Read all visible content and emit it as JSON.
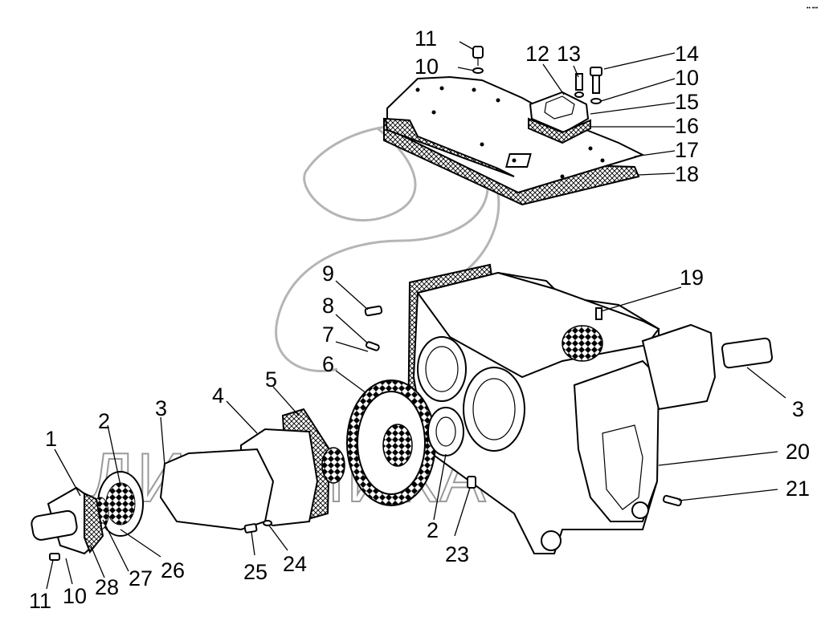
{
  "watermark": {
    "text": "ДИНАМИКА76",
    "color": "#9a9a9a"
  },
  "corner_mark": "•• •••",
  "callouts": [
    {
      "id": "c11a",
      "label": "11"
    },
    {
      "id": "c10a",
      "label": "10"
    },
    {
      "id": "c12",
      "label": "12"
    },
    {
      "id": "c13",
      "label": "13"
    },
    {
      "id": "c14",
      "label": "14"
    },
    {
      "id": "c10b",
      "label": "10"
    },
    {
      "id": "c15",
      "label": "15"
    },
    {
      "id": "c16",
      "label": "16"
    },
    {
      "id": "c17",
      "label": "17"
    },
    {
      "id": "c18",
      "label": "18"
    },
    {
      "id": "c9",
      "label": "9"
    },
    {
      "id": "c8",
      "label": "8"
    },
    {
      "id": "c7",
      "label": "7"
    },
    {
      "id": "c6",
      "label": "6"
    },
    {
      "id": "c5",
      "label": "5"
    },
    {
      "id": "c4",
      "label": "4"
    },
    {
      "id": "c3a",
      "label": "3"
    },
    {
      "id": "c2a",
      "label": "2"
    },
    {
      "id": "c1",
      "label": "1"
    },
    {
      "id": "c19",
      "label": "19"
    },
    {
      "id": "c3b",
      "label": "3"
    },
    {
      "id": "c20",
      "label": "20"
    },
    {
      "id": "c21",
      "label": "21"
    },
    {
      "id": "c2b",
      "label": "2"
    },
    {
      "id": "c23",
      "label": "23"
    },
    {
      "id": "c24",
      "label": "24"
    },
    {
      "id": "c25",
      "label": "25"
    },
    {
      "id": "c26",
      "label": "26"
    },
    {
      "id": "c27",
      "label": "27"
    },
    {
      "id": "c28",
      "label": "28"
    },
    {
      "id": "c10c",
      "label": "10"
    },
    {
      "id": "c11b",
      "label": "11"
    }
  ]
}
